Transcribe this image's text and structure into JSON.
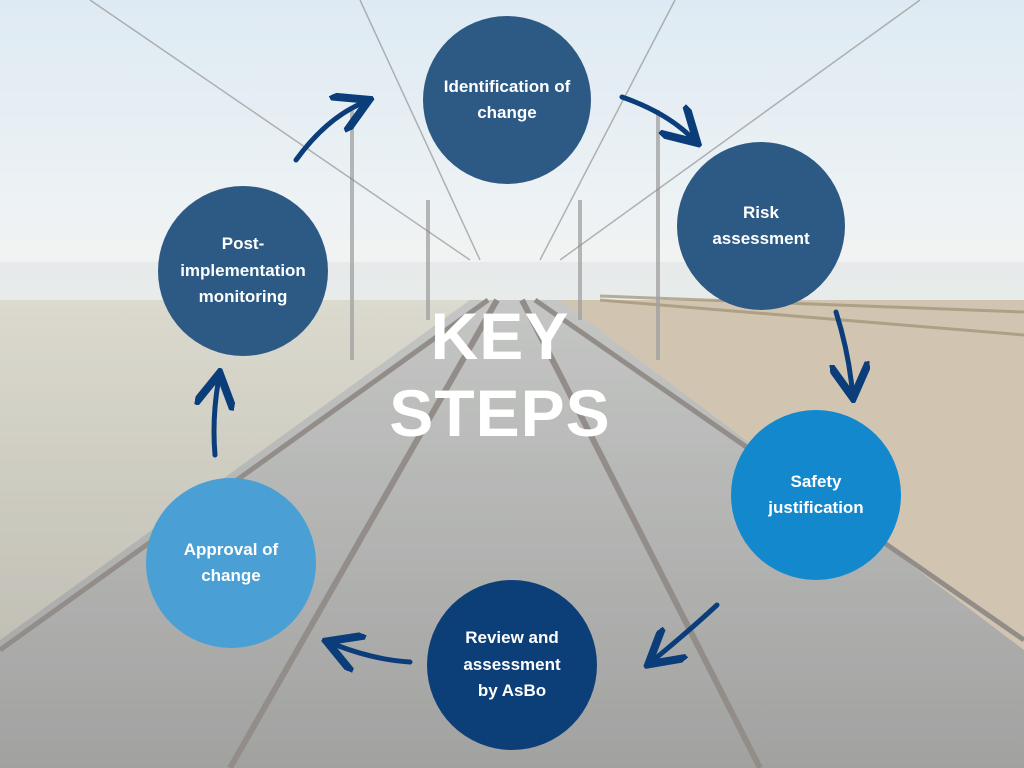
{
  "title": "KEY\nSTEPS",
  "colors": {
    "sky_top": "#dce9f2",
    "sky_bottom": "#eef2f1",
    "field": "#c9c7b4",
    "ballast": "#9a9c9c",
    "rail": "#6f6c6a",
    "arrow": "#0b3d7a",
    "dark_blue": "#2d5a85",
    "navy": "#0c3f78",
    "bright_blue": "#1388cc",
    "light_blue": "#4a9fd4"
  },
  "steps": [
    {
      "id": "identification",
      "label": "Identification of\nchange",
      "color": "#2d5a85"
    },
    {
      "id": "risk",
      "label": "Risk\nassessment",
      "color": "#2d5a85"
    },
    {
      "id": "safety",
      "label": "Safety\njustification",
      "color": "#1388cc"
    },
    {
      "id": "review",
      "label": "Review and\nassessment\nby AsBo",
      "color": "#0c3f78"
    },
    {
      "id": "approval",
      "label": "Approval of\nchange",
      "color": "#4a9fd4"
    },
    {
      "id": "monitoring",
      "label": "Post-\nimplementation\nmonitoring",
      "color": "#2d5a85"
    }
  ]
}
